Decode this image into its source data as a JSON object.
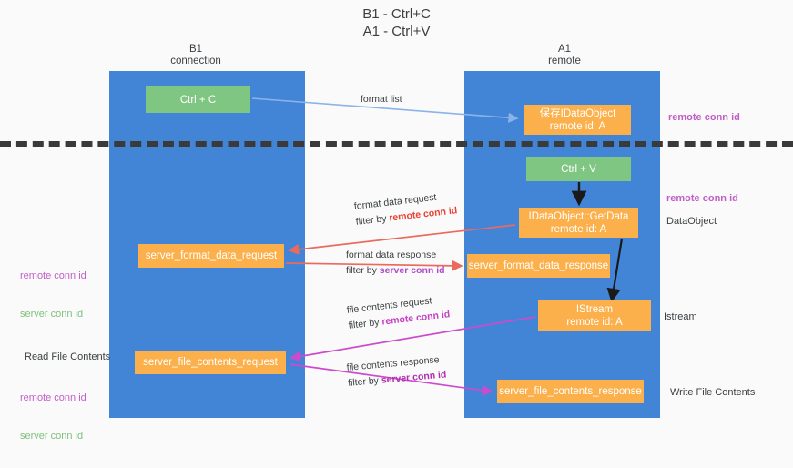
{
  "title": "B1 - Ctrl+C\nA1 - Ctrl+V",
  "columns": {
    "left": "B1\nconnection",
    "right": "A1\nremote"
  },
  "nodes": {
    "ctrl_c": "Ctrl + C",
    "save_idataobject": "保存IDataObject\nremote id: A",
    "ctrl_v": "Ctrl + V",
    "getdata": "IDataObject::GetData\nremote id: A",
    "server_format_data_request": "server_format_data_request",
    "server_format_data_response": "server_format_data_response",
    "istream": "IStream\nremote id: A",
    "server_file_contents_request": "server_file_contents_request",
    "server_file_contents_response": "server_file_contents_response"
  },
  "edge_labels": {
    "format_list": "format list",
    "format_data_request": {
      "line1": "format data request",
      "line2_prefix": "filter by ",
      "line2_highlight": "remote conn id"
    },
    "format_data_response": {
      "line1": "format data response",
      "line2_prefix": "filter by ",
      "line2_highlight": "server conn id"
    },
    "file_contents_request": {
      "line1": "file contents request",
      "line2_prefix": "filter by ",
      "line2_highlight": "remote conn id"
    },
    "file_contents_response": {
      "line1": "file contents response",
      "line2_prefix": "filter by ",
      "line2_highlight": "server conn id"
    }
  },
  "annotations": {
    "right_remote_conn_id_top": "remote conn id",
    "right_remote_conn_id_mid": "remote conn id",
    "right_dataobject": "DataObject",
    "right_istream": "Istream",
    "right_write_file_contents": "Write File Contents",
    "left_remote_conn_id_mid": "remote conn id",
    "left_server_conn_id_mid": "server conn id",
    "left_read_file_contents": "Read File Contents",
    "left_remote_conn_id_bot": "remote conn id",
    "left_server_conn_id_bot": "server conn id"
  },
  "colors": {
    "lane": "#4285d6",
    "green_node": "#80c683",
    "orange_node": "#fbb04c",
    "divider": "#3a3a3a",
    "arrow_format_list": "#8ab4e8",
    "arrow_format_data": "#ea6a5e",
    "arrow_file_contents": "#cc4bcc",
    "arrow_black": "#1a1a1a",
    "remote_conn_id": "#c25ec8",
    "server_conn_id": "#7ec07e",
    "background": "#fafafa"
  }
}
